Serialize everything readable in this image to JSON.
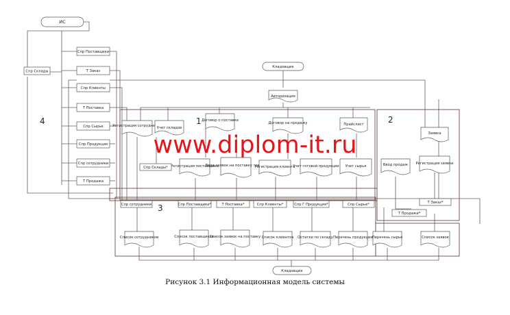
{
  "diagram": {
    "top_node": "ИС",
    "section_numbers": [
      "1",
      "2",
      "3",
      "4"
    ],
    "manager_node": "Кладовщик",
    "auth_node": "Авторизация",
    "bottom_node": "Кладовщик",
    "left_refs": [
      "Спр Склады",
      "Спр Поставщики",
      "Т Заказ",
      "Спр Клиенты",
      "Т Поставка",
      "Спр Сырье",
      "Спр Продукция",
      "Спр сотрудники",
      "Т Продажа"
    ],
    "processes": [
      "Регистрация сотрудников",
      "Учет складов",
      "Договор о поставке",
      "Договор на продажу",
      "Прайслист",
      "Регистрация поставщика",
      "Ввод заявок на поставку товара",
      "Регистрация клиента",
      "Учет готовой продукции",
      "Учет сырья",
      "Ввод продаж",
      "Регистрация заявки"
    ],
    "order_node": "Заявка",
    "stores": [
      "Спр Склады*",
      "Спр сотрудники",
      "Спр Поставщики*",
      "Т Поставка*",
      "Спр Клиенты*",
      "Спр Г Продукция*",
      "Спр Сырье*",
      "Т Заказ*",
      "Т Продажи*"
    ],
    "reports": [
      "Список сотрудников",
      "Список поставщиков",
      "Список заявок на поставку",
      "Список клиентов",
      "Остатки по складу",
      "Перечень продукции",
      "Перечень сырья",
      "Список заявок"
    ],
    "watermark": "www.diplom-it.ru",
    "caption": "Рисунок 3.1 Информационная модель системы"
  },
  "colors": {
    "watermark": "#e4141b",
    "lines": "#6b5a57",
    "frame": "#6b4a46"
  }
}
